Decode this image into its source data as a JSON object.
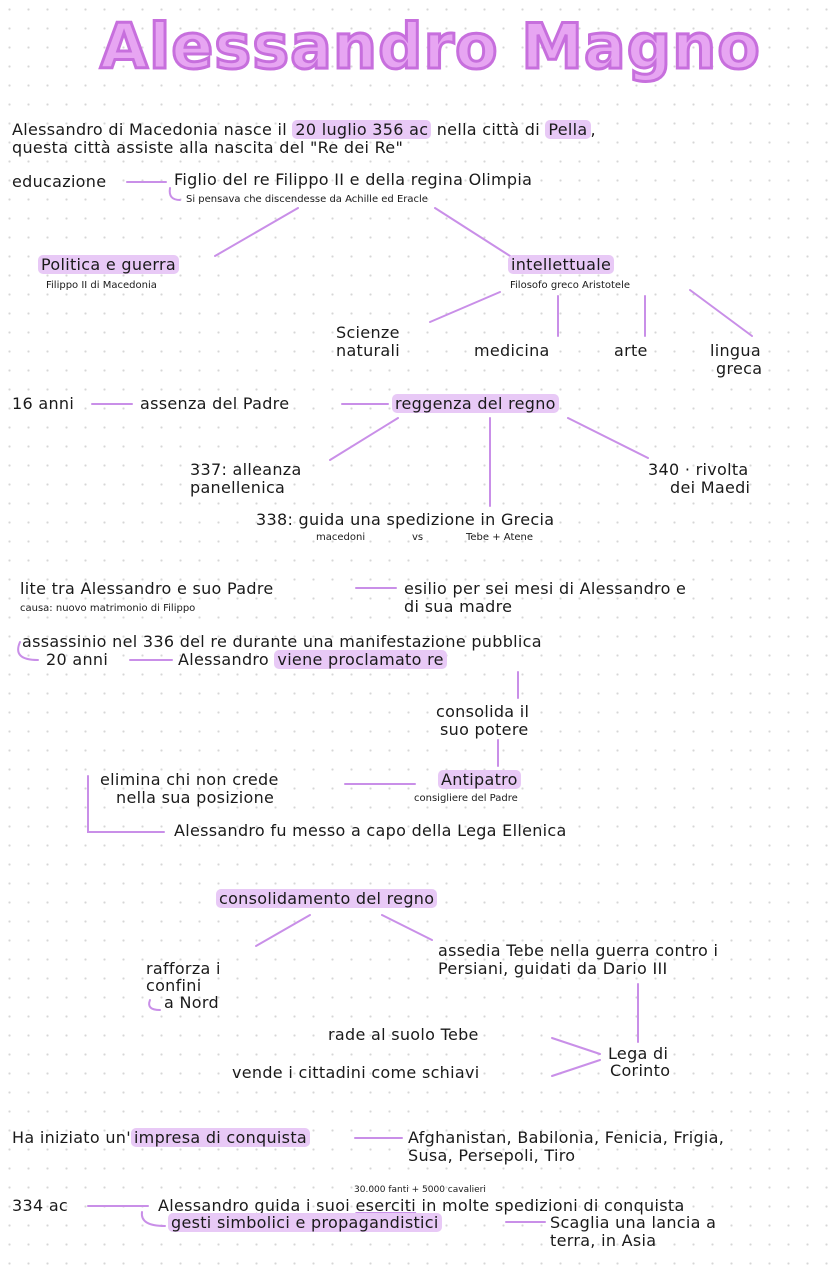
{
  "title": "Alessandro Magno",
  "intro": {
    "l1_a": "Alessandro di Macedonia nasce il",
    "l1_b": "20 luglio 356 ac",
    "l1_c": "nella città di",
    "l1_d": "Pella",
    ",": ",",
    "l2": "questa città assiste alla nascita del \"Re dei Re\""
  },
  "educazione": {
    "label": "educazione",
    "figlio": "Figlio del re Filippo II e della regina Olimpia",
    "note": "Si pensava che discendesse da Achille ed Eracle"
  },
  "politica": {
    "label": "Politica e guerra",
    "note": "Filippo II di Macedonia"
  },
  "intellettuale": {
    "label": "intellettuale",
    "note": "Filosofo greco Aristotele",
    "branches": [
      "Scienze",
      "naturali",
      "medicina",
      "arte",
      "lingua",
      "greca"
    ]
  },
  "reggenza": {
    "age": "16 anni",
    "assenza": "assenza del Padre",
    "label": "reggenza del regno",
    "e337a": "337: alleanza",
    "e337b": "panellenica",
    "e340a": "340 · rivolta",
    "e340b": "dei Maedi",
    "e338": "338: guida una spedizione in Grecia",
    "vs_a": "macedoni",
    "vs": "vs",
    "vs_b": "Tebe + Atene"
  },
  "lite": {
    "label": "lite tra Alessandro e suo Padre",
    "causa": "causa: nuovo matrimonio di Filippo",
    "esilio1": "esilio per sei mesi di Alessandro e",
    "esilio2": "di sua madre"
  },
  "assassinio": {
    "label": "assassinio nel 336 del re durante una manifestazione pubblica",
    "age": "20 anni",
    "proc_a": "Alessandro",
    "proc_b": "viene proclamato re"
  },
  "potere": {
    "consolida1": "consolida il",
    "consolida2": "suo potere",
    "antipatro": "Antipatro",
    "antipatro_note": "consigliere del Padre",
    "elimina1": "elimina chi non crede",
    "elimina2": "nella sua posizione",
    "lega": "Alessandro fu  messo a capo della Lega Ellenica"
  },
  "consolidamento": {
    "label": "consolidamento del regno",
    "rafforza1": "rafforza i",
    "rafforza2": "confini",
    "rafforza3": "a Nord",
    "assedia1": "assedia Tebe nella guerra contro i",
    "assedia2": "Persiani, guidati da Dario III",
    "rade": "rade al suolo Tebe",
    "vende": "vende i cittadini come schiavi",
    "corinto1": "Lega di",
    "corinto2": "Corinto"
  },
  "conquista": {
    "a": "Ha iniziato un'",
    "b": "impresa di conquista",
    "luoghi1": "Afghanistan, Babilonia, Fenicia, Frigia,",
    "luoghi2": "Susa, Persepoli, Tiro"
  },
  "anno334": {
    "year": "334 ac",
    "truppe": "30.000 fanti + 5000 cavalieri",
    "guida_a": "Alessandro guida i suoi",
    "guida_b": "eserciti",
    "guida_c": "in molte spedizioni di conquista",
    "gesti": "gesti simbolici e propagandistici",
    "lancia1": "Scaglia una lancia a",
    "lancia2": "terra, in Asia"
  },
  "colors": {
    "highlight": "#e8c9f6",
    "line": "#c98fe8",
    "title_fill": "#e7a5f2",
    "title_stroke": "#c76fdd"
  }
}
